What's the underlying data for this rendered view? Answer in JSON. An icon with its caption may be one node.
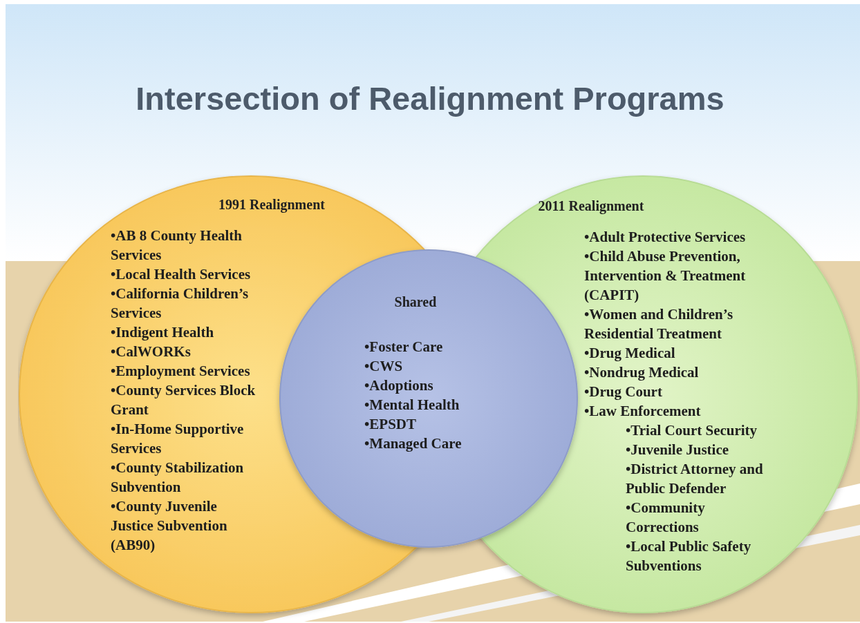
{
  "diagram": {
    "title": "Intersection of Realignment Programs",
    "nodes": [
      {
        "text": [
          "1991 Realignment",
          "•AB 8 County Health Services",
          "•Local Health Services",
          "•California Children’s Services",
          "•Indigent Health",
          "•CalWORKs",
          "•Employment Services",
          "•County Services Block Grant",
          "•In-Home Supportive Services",
          "•County Stabilization Subvention",
          "•County Juvenile Justice Subvention (AB90)"
        ]
      },
      {
        "text": [
          "2011 Realignment",
          "•Adult Protective Services",
          "•Child Abuse Prevention, Intervention & Treatment (CAPIT)",
          "•Women and Children’s Residential Treatment",
          "•Drug Medical",
          "•Nondrug Medical",
          "•Drug Court",
          "•Law Enforcement",
          "•Trial Court Security",
          "•Juvenile Justice",
          "•District Attorney and Public Defender",
          "•Community Corrections",
          "•Local Public Safety Subventions"
        ]
      },
      {
        "text": [
          "Shared",
          "•Foster Care",
          "•CWS",
          "•Adoptions",
          "•Mental Health",
          "•EPSDT",
          "•Managed Care"
        ]
      }
    ]
  }
}
